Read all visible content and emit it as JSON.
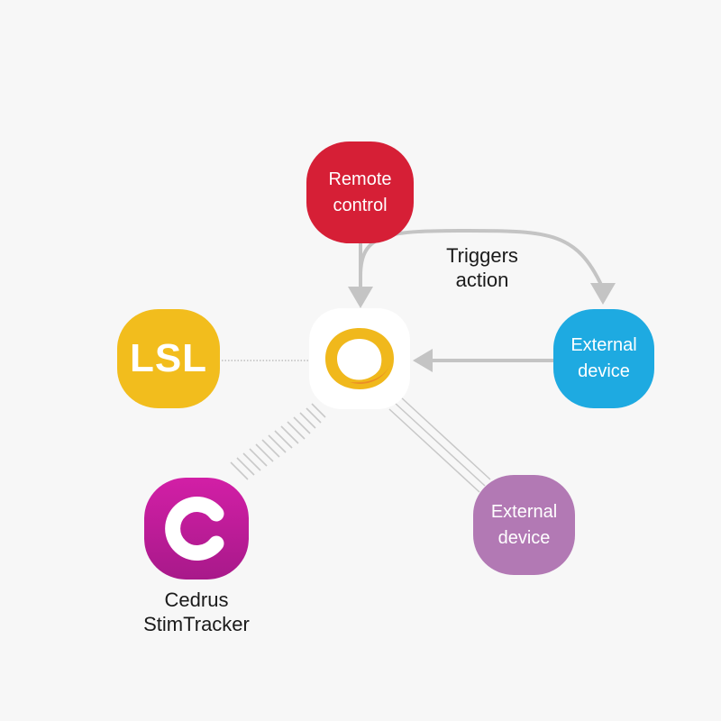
{
  "nodes": {
    "remote_control": {
      "line1": "Remote",
      "line2": "control",
      "color": "#d61f36"
    },
    "external_device_right": {
      "line1": "External",
      "line2": "device",
      "color": "#1eaae1"
    },
    "external_device_bottom": {
      "line1": "External",
      "line2": "device",
      "color": "#b279b4"
    },
    "lsl": {
      "label": "LSL",
      "color": "#f2bd1d"
    },
    "cedrus": {
      "caption_line1": "Cedrus",
      "caption_line2": "StimTracker",
      "color": "#c01c9a"
    },
    "hub": {
      "icon": "app-logo-icon",
      "ring_color": "#f0b81c",
      "accent_color": "#e8732a"
    }
  },
  "edges": {
    "triggers_label": {
      "line1": "Triggers",
      "line2": "action"
    },
    "arrow_color": "#c4c4c4"
  }
}
